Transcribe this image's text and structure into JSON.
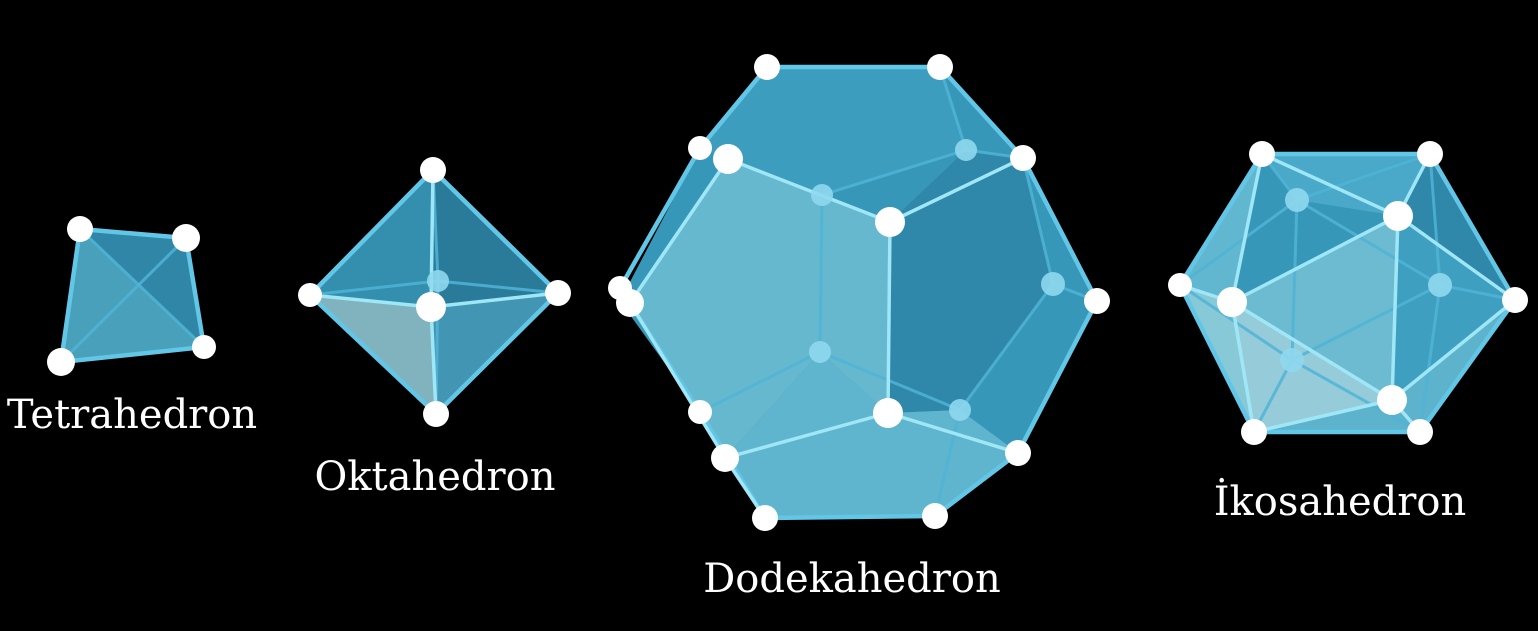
{
  "solids": [
    {
      "id": "tetrahedron",
      "label": "Tetrahedron"
    },
    {
      "id": "oktahedron",
      "label": "Oktahedron"
    },
    {
      "id": "dodekahedron",
      "label": "Dodekahedron"
    },
    {
      "id": "ikosahedron",
      "label": "İkosahedron"
    }
  ],
  "colors": {
    "background": "#000000",
    "face_light": "#6ec8dd",
    "face_mid": "#4aa9c8",
    "face_dark": "#2f8fb0",
    "edge": "#9fe6f6",
    "vertex": "#ffffff",
    "label": "#ffffff"
  }
}
